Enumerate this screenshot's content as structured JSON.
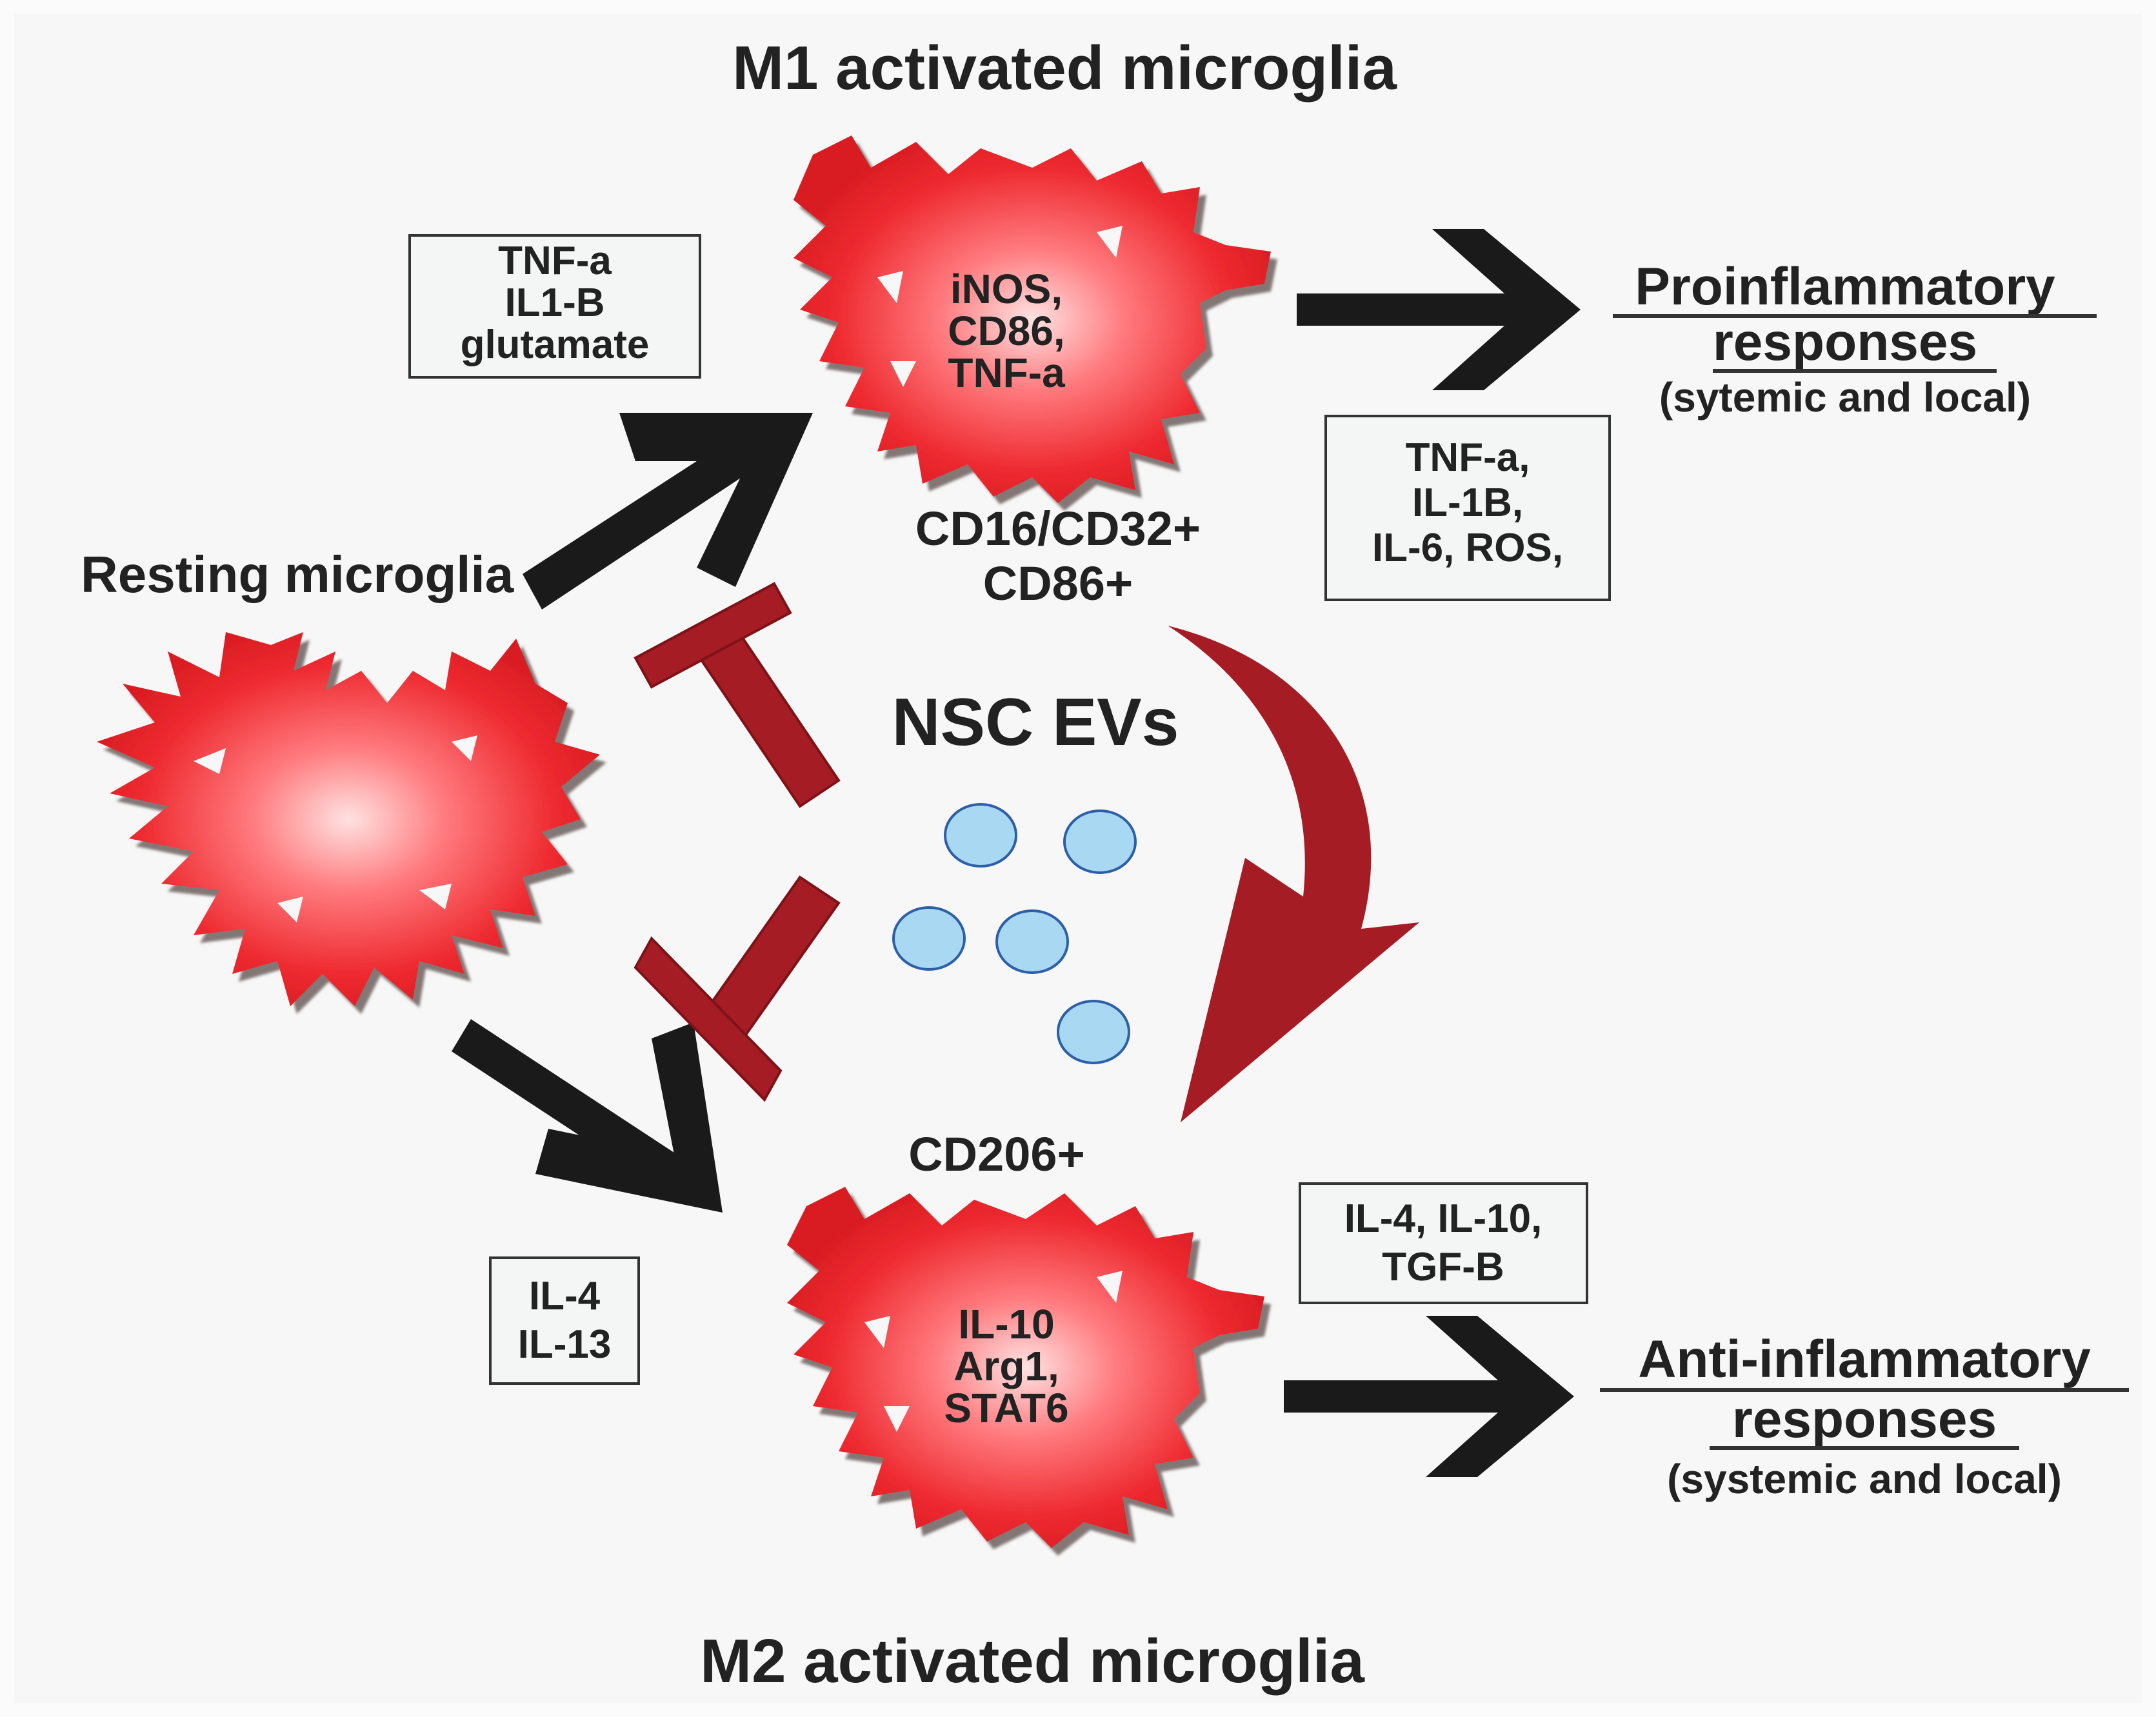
{
  "diagram": {
    "m1_title": "M1 activated microglia",
    "m2_title": "M2 activated microglia",
    "resting_label": "Resting microglia",
    "nsc_label": "NSC EVs",
    "m1_triggers": [
      "TNF-a",
      "IL1-B",
      "glutamate"
    ],
    "m2_triggers": [
      "IL-4",
      "IL-13"
    ],
    "m1_cell_markers": [
      "iNOS,",
      "CD86,",
      "TNF-a"
    ],
    "m1_surface_markers": [
      "CD16/CD32+",
      "CD86+"
    ],
    "m1_secreted": [
      "TNF-a,",
      "IL-1B,",
      "IL-6, ROS,"
    ],
    "m2_cell_markers": [
      "IL-10",
      "Arg1,",
      "STAT6"
    ],
    "m2_surface_marker": "CD206+",
    "m2_secreted": [
      "IL-4, IL-10,",
      "TGF-B"
    ],
    "pro_title": "Proinflammatory",
    "pro_title2": "responses",
    "pro_sub": "(sytemic and local)",
    "anti_title": "Anti-inflammatory",
    "anti_title2": "responses",
    "anti_sub": "(systemic and local)"
  },
  "colors": {
    "cell_red": "#e8222a",
    "cell_center": "#ffd9d9",
    "cell_shadow": "#7a6a68",
    "inhibitor": "#a51c24",
    "arrow": "#1a1a1a",
    "vesicle_fill": "#a9d8f2",
    "vesicle_stroke": "#2d5fa8",
    "box_fill": "#f4f5f5",
    "background": "#f8f8f8"
  },
  "icons": [
    "resting-microglia-icon",
    "m1-microglia-icon",
    "m2-microglia-icon",
    "extracellular-vesicle-icon"
  ]
}
